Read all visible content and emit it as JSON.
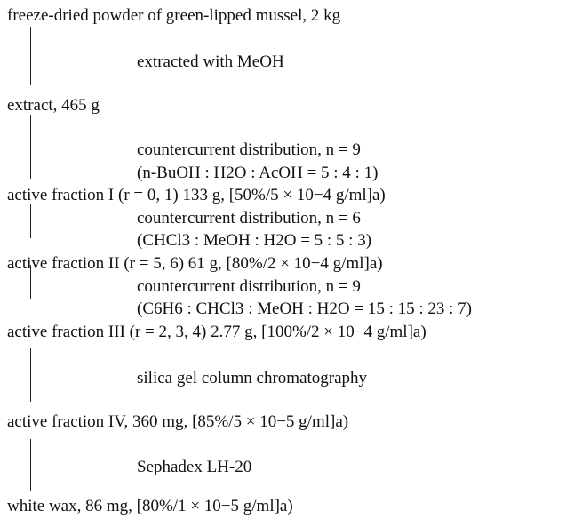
{
  "flow": {
    "start": "freeze-dried powder of green-lipped mussel, 2 kg",
    "step1": "extracted with MeOH",
    "extract": "extract, 465 g",
    "step2a": "countercurrent distribution, n = 9",
    "step2b": "(n-BuOH : H2O : AcOH = 5 : 4 : 1)",
    "f1": "active fraction I (r = 0, 1) 133 g, [50%/5 × 10−4 g/ml]a)",
    "step3a": "countercurrent distribution, n = 6",
    "step3b": "(CHCl3 : MeOH : H2O = 5 : 5 : 3)",
    "f2": "active fraction II (r = 5, 6) 61 g, [80%/2 × 10−4 g/ml]a)",
    "step4a": "countercurrent distribution, n = 9",
    "step4b": "(C6H6 : CHCl3 : MeOH : H2O = 15 : 15 : 23 : 7)",
    "f3": "active fraction III (r = 2, 3, 4) 2.77 g, [100%/2 × 10−4 g/ml]a)",
    "step5": "silica gel column chromatography",
    "f4": "active fraction IV, 360 mg, [85%/5 × 10−5 g/ml]a)",
    "step6": "Sephadex LH-20",
    "end": "white wax, 86 mg, [80%/1 × 10−5 g/ml]a)"
  }
}
